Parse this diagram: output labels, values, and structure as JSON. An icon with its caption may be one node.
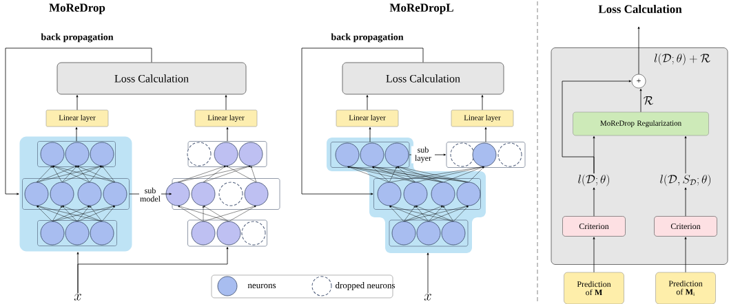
{
  "diagram": {
    "nodes": [
      {
        "text": [
          "Loss Calculation"
        ]
      },
      {
        "text": [
          "Linear layer"
        ]
      },
      {
        "text": [
          "Linear layer"
        ]
      },
      {
        "text": [],
        "shape": "box"
      },
      {
        "text": [],
        "shape": "box",
        "in": 3
      },
      {
        "text": [],
        "shape": "box",
        "in": 3
      },
      {
        "text": [],
        "shape": "box",
        "in": 3
      },
      {
        "text": [],
        "shape": "box"
      },
      {
        "text": [],
        "shape": "box"
      },
      {
        "text": [],
        "shape": "box"
      },
      {
        "text": [
          "x"
        ]
      },
      {
        "text": [
          "Loss Calculation"
        ]
      },
      {
        "text": [
          "Linear layer"
        ]
      },
      {
        "text": [
          "Linear layer"
        ]
      },
      {
        "text": [],
        "shape": "box"
      },
      {
        "text": [],
        "shape": "box",
        "in": 14
      },
      {
        "text": [],
        "shape": "box",
        "in": 14
      },
      {
        "text": [],
        "shape": "box",
        "in": 14
      },
      {
        "text": [],
        "shape": "box"
      },
      {
        "text": [
          "x"
        ]
      },
      {
        "text": [],
        "shape": "box"
      },
      {
        "text": [
          "+"
        ],
        "in": 20,
        "beside": [
          "l(\\mathcal{D};\\theta)+\\mathcal{R}"
        ]
      },
      {
        "text": [
          "MoReDrop Regularization"
        ],
        "in": 20
      },
      {
        "text": [
          "l(\\mathcal{D};\\theta)"
        ],
        "in": 20
      },
      {
        "text": [
          "l(\\mathcal{D},S_{\\mathcal{D}};\\theta)"
        ],
        "in": 20
      },
      {
        "text": [
          "Criterion"
        ],
        "in": 20
      },
      {
        "text": [
          "Criterion"
        ],
        "in": 20
      },
      {
        "text": [
          "Prediction of **M**"
        ]
      },
      {
        "text": [
          "Prediction of **M**$_{i}$"
        ]
      }
    ],
    "edges": [
      {
        "from": 4,
        "to": 1,
        "arrow": "to"
      },
      {
        "from": 7,
        "to": 2,
        "arrow": "to"
      },
      {
        "from": 1,
        "to": 0,
        "arrow": "to"
      },
      {
        "from": 2,
        "to": 0,
        "arrow": "to"
      },
      {
        "from": 0,
        "to": 3,
        "arrow": "to",
        "label": "back propagation"
      },
      {
        "from": 5,
        "to": 8,
        "arrow": "to",
        "label": "sub model"
      },
      {
        "from": 10,
        "to": 3,
        "arrow": "to"
      },
      {
        "from": 10,
        "to": 9,
        "arrow": "to"
      },
      {
        "from": 15,
        "to": 12,
        "arrow": "to"
      },
      {
        "from": 18,
        "to": 13,
        "arrow": "to"
      },
      {
        "from": 12,
        "to": 11,
        "arrow": "to"
      },
      {
        "from": 13,
        "to": 11,
        "arrow": "to"
      },
      {
        "from": 11,
        "to": 16,
        "arrow": "to",
        "label": "back propagation"
      },
      {
        "from": 15,
        "to": 18,
        "arrow": "to",
        "label": "sub layer"
      },
      {
        "from": 19,
        "to": 14,
        "arrow": "to"
      },
      {
        "from": 27,
        "to": 25,
        "arrow": "to"
      },
      {
        "from": 28,
        "to": 26,
        "arrow": "to"
      },
      {
        "from": 25,
        "to": 23,
        "arrow": "to"
      },
      {
        "from": 26,
        "to": 24,
        "arrow": "to"
      },
      {
        "from": 23,
        "to": 22,
        "arrow": "to"
      },
      {
        "from": 24,
        "to": 22,
        "arrow": "to"
      },
      {
        "from": 22,
        "to": 21,
        "arrow": "to",
        "label": "\\mathcal{R}"
      },
      {
        "from": 23,
        "to": 21,
        "arrow": "to"
      },
      {
        "from": 21,
        "to": null,
        "arrow": "to"
      }
    ],
    "labels": [
      "MoReDrop",
      "MoReDropL",
      "Loss Calculation"
    ],
    "legend": [
      {
        "text": "neurons"
      },
      {
        "text": "dropped neurons"
      }
    ]
  }
}
